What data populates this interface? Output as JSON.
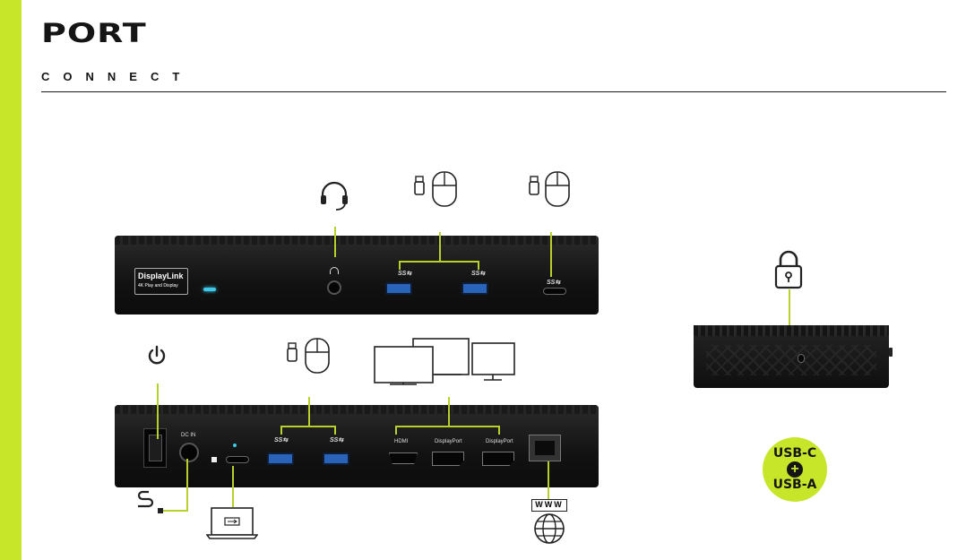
{
  "brand": {
    "word": "PORT",
    "sub": "CONNECT",
    "accent": "#c8e629",
    "ink": "#151515"
  },
  "front": {
    "displaylink_badge": "DisplayLink",
    "displaylink_sub": "4K  Play and Display",
    "ss_label": "SS⇆"
  },
  "rear": {
    "dcin_label": "DC IN",
    "hdmi_label": "HDMI",
    "dp1_label": "DisplayPort",
    "dp2_label": "DisplayPort",
    "ss_label": "SS⇆"
  },
  "compat": {
    "line1": "USB-C",
    "line2": "USB-A",
    "color": "#c8e629"
  },
  "globe": {
    "label": "www"
  },
  "icons": [
    "headphones-icon",
    "usb-stick-icon",
    "mouse-icon",
    "power-icon",
    "monitor-icon",
    "laptop-icon",
    "lock-icon",
    "globe-icon",
    "cable-icon"
  ]
}
